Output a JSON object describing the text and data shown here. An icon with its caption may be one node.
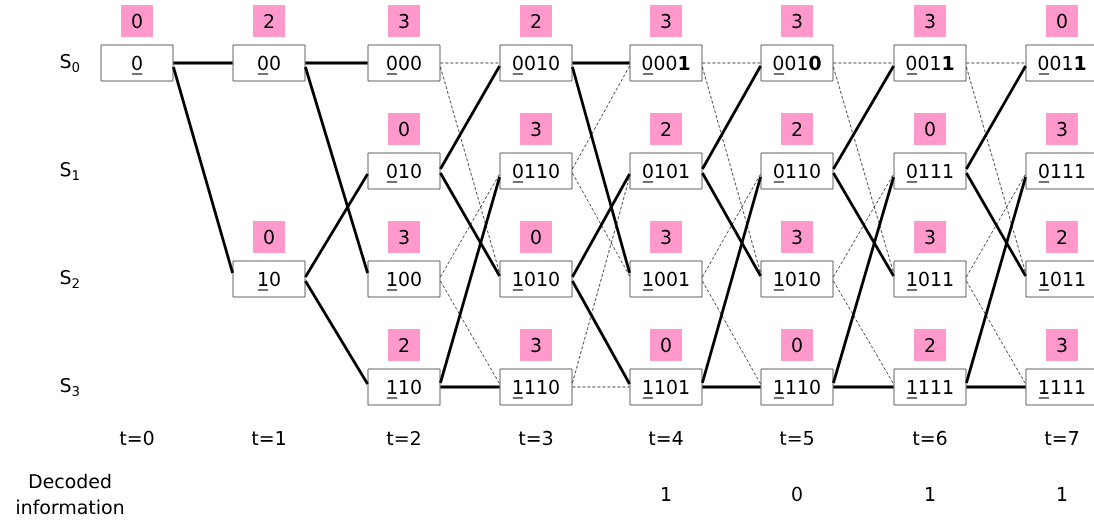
{
  "diagram": {
    "nodes": [
      {
        "text": [
          "0"
        ],
        "beside": [
          "0"
        ]
      },
      {
        "text": [
          "00"
        ],
        "beside": [
          "2"
        ]
      },
      {
        "text": [
          "10"
        ],
        "beside": [
          "0"
        ]
      },
      {
        "text": [
          "000"
        ],
        "beside": [
          "3"
        ]
      },
      {
        "text": [
          "010"
        ],
        "beside": [
          "0"
        ]
      },
      {
        "text": [
          "100"
        ],
        "beside": [
          "3"
        ]
      },
      {
        "text": [
          "110"
        ],
        "beside": [
          "2"
        ]
      },
      {
        "text": [
          "0010"
        ],
        "beside": [
          "2"
        ]
      },
      {
        "text": [
          "0110"
        ],
        "beside": [
          "3"
        ]
      },
      {
        "text": [
          "1010"
        ],
        "beside": [
          "0"
        ]
      },
      {
        "text": [
          "1110"
        ],
        "beside": [
          "3"
        ]
      },
      {
        "text": [
          "000**1**"
        ],
        "beside": [
          "3"
        ]
      },
      {
        "text": [
          "0101"
        ],
        "beside": [
          "2"
        ]
      },
      {
        "text": [
          "1001"
        ],
        "beside": [
          "3"
        ]
      },
      {
        "text": [
          "1101"
        ],
        "beside": [
          "0"
        ]
      },
      {
        "text": [
          "001**0**"
        ],
        "beside": [
          "3"
        ]
      },
      {
        "text": [
          "0110"
        ],
        "beside": [
          "2"
        ]
      },
      {
        "text": [
          "1010"
        ],
        "beside": [
          "3"
        ]
      },
      {
        "text": [
          "1110"
        ],
        "beside": [
          "0"
        ]
      },
      {
        "text": [
          "001**1**"
        ],
        "beside": [
          "3"
        ]
      },
      {
        "text": [
          "0111"
        ],
        "beside": [
          "0"
        ]
      },
      {
        "text": [
          "1011"
        ],
        "beside": [
          "3"
        ]
      },
      {
        "text": [
          "1111"
        ],
        "beside": [
          "2"
        ]
      },
      {
        "text": [
          "001**1**"
        ],
        "beside": [
          "0"
        ]
      },
      {
        "text": [
          "0111"
        ],
        "beside": [
          "3"
        ]
      },
      {
        "text": [
          "1011"
        ],
        "beside": [
          "2"
        ]
      },
      {
        "text": [
          "1111"
        ],
        "beside": [
          "3"
        ]
      }
    ],
    "edges": [
      {
        "from": 0,
        "to": 1,
        "arrow": "none"
      },
      {
        "from": 0,
        "to": 2,
        "arrow": "none"
      },
      {
        "from": 1,
        "to": 3,
        "arrow": "none"
      },
      {
        "from": 1,
        "to": 5,
        "arrow": "none"
      },
      {
        "from": 2,
        "to": 4,
        "arrow": "none"
      },
      {
        "from": 2,
        "to": 6,
        "arrow": "none"
      },
      {
        "from": 3,
        "to": 7,
        "arrow": "none",
        "style": "dashed"
      },
      {
        "from": 3,
        "to": 9,
        "arrow": "none",
        "style": "dashed"
      },
      {
        "from": 4,
        "to": 7,
        "arrow": "none"
      },
      {
        "from": 4,
        "to": 9,
        "arrow": "none"
      },
      {
        "from": 5,
        "to": 8,
        "arrow": "none",
        "style": "dashed"
      },
      {
        "from": 5,
        "to": 10,
        "arrow": "none",
        "style": "dashed"
      },
      {
        "from": 6,
        "to": 8,
        "arrow": "none"
      },
      {
        "from": 6,
        "to": 10,
        "arrow": "none"
      },
      {
        "from": 7,
        "to": 11,
        "arrow": "none"
      },
      {
        "from": 7,
        "to": 13,
        "arrow": "none"
      },
      {
        "from": 8,
        "to": 11,
        "arrow": "none",
        "style": "dashed"
      },
      {
        "from": 8,
        "to": 13,
        "arrow": "none",
        "style": "dashed"
      },
      {
        "from": 9,
        "to": 12,
        "arrow": "none"
      },
      {
        "from": 9,
        "to": 14,
        "arrow": "none"
      },
      {
        "from": 10,
        "to": 12,
        "arrow": "none",
        "style": "dashed"
      },
      {
        "from": 10,
        "to": 14,
        "arrow": "none",
        "style": "dashed"
      },
      {
        "from": 11,
        "to": 15,
        "arrow": "none",
        "style": "dashed"
      },
      {
        "from": 11,
        "to": 17,
        "arrow": "none",
        "style": "dashed"
      },
      {
        "from": 12,
        "to": 15,
        "arrow": "none"
      },
      {
        "from": 12,
        "to": 17,
        "arrow": "none"
      },
      {
        "from": 13,
        "to": 16,
        "arrow": "none",
        "style": "dashed"
      },
      {
        "from": 13,
        "to": 18,
        "arrow": "none",
        "style": "dashed"
      },
      {
        "from": 14,
        "to": 16,
        "arrow": "none"
      },
      {
        "from": 14,
        "to": 18,
        "arrow": "none"
      },
      {
        "from": 15,
        "to": 19,
        "arrow": "none",
        "style": "dashed"
      },
      {
        "from": 15,
        "to": 21,
        "arrow": "none",
        "style": "dashed"
      },
      {
        "from": 16,
        "to": 19,
        "arrow": "none"
      },
      {
        "from": 16,
        "to": 21,
        "arrow": "none"
      },
      {
        "from": 17,
        "to": 20,
        "arrow": "none",
        "style": "dashed"
      },
      {
        "from": 17,
        "to": 22,
        "arrow": "none",
        "style": "dashed"
      },
      {
        "from": 18,
        "to": 20,
        "arrow": "none"
      },
      {
        "from": 18,
        "to": 22,
        "arrow": "none"
      },
      {
        "from": 19,
        "to": 23,
        "arrow": "none",
        "style": "dashed"
      },
      {
        "from": 19,
        "to": 25,
        "arrow": "none",
        "style": "dashed"
      },
      {
        "from": 20,
        "to": 23,
        "arrow": "none"
      },
      {
        "from": 20,
        "to": 25,
        "arrow": "none"
      },
      {
        "from": 21,
        "to": 24,
        "arrow": "none",
        "style": "dashed"
      },
      {
        "from": 21,
        "to": 26,
        "arrow": "none",
        "style": "dashed"
      },
      {
        "from": 22,
        "to": 24,
        "arrow": "none"
      },
      {
        "from": 22,
        "to": 26,
        "arrow": "none"
      }
    ],
    "labels": [
      "S$_{0}$",
      "S$_{1}$",
      "S$_{2}$",
      "S$_{3}$",
      "t=0",
      "t=1",
      "t=2",
      "t=3",
      "t=4",
      "t=5",
      "t=6",
      "t=7",
      "Decoded information",
      "1",
      "0",
      "1",
      "1"
    ]
  }
}
